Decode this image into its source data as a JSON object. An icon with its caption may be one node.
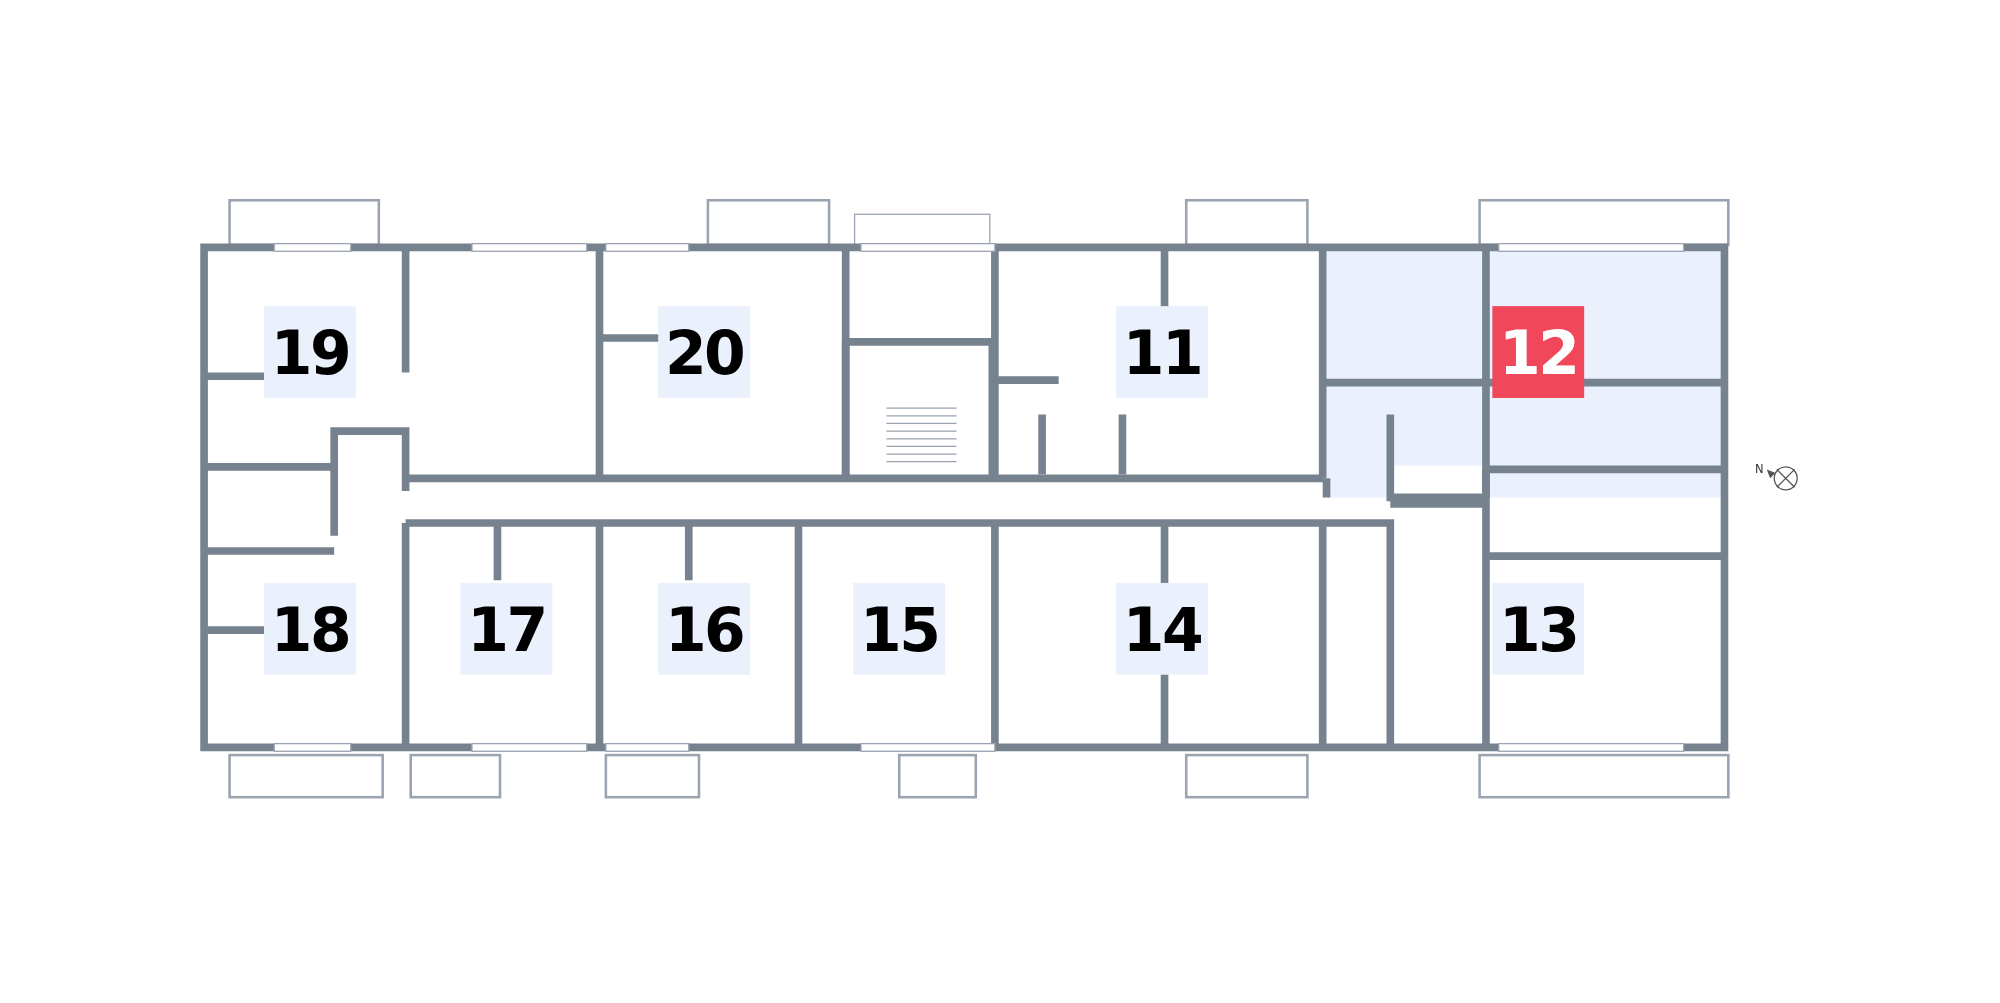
{
  "diagram": {
    "labels": [
      "19",
      "20",
      "11",
      "12",
      "18",
      "17",
      "16",
      "15",
      "14",
      "13",
      "N"
    ]
  }
}
